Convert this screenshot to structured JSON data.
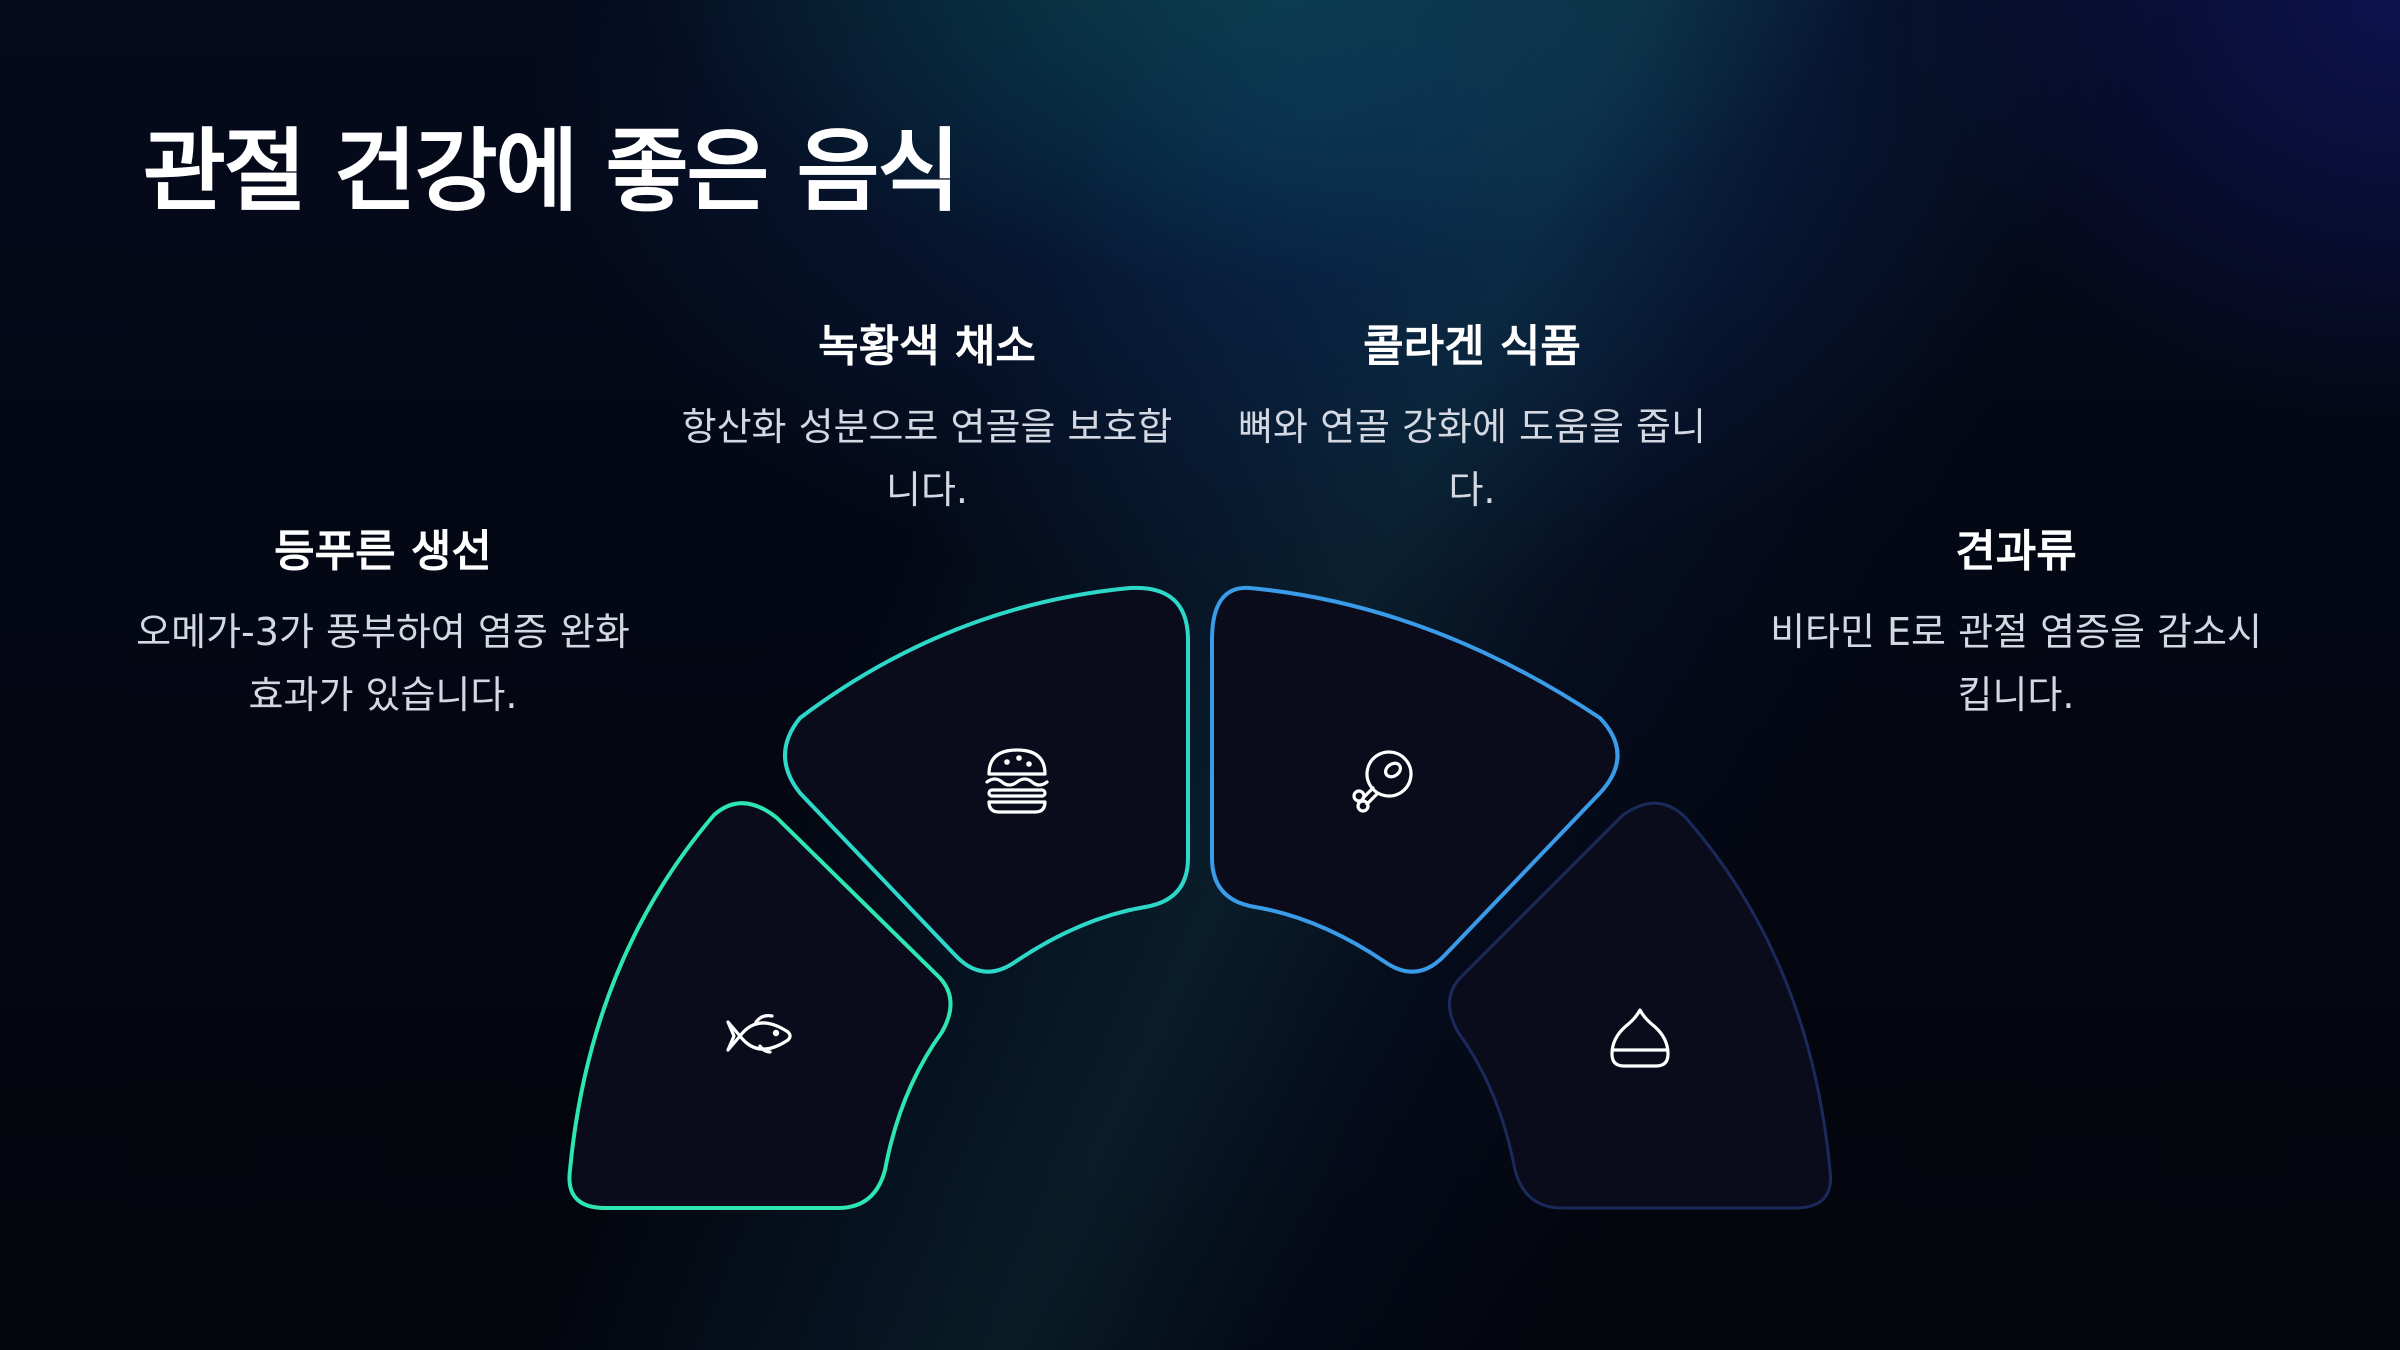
{
  "title": "관절 건강에 좋은 음식",
  "items": [
    {
      "heading": "등푸른 생선",
      "description": "오메가-3가 풍부하여 염증 완화 효과가 있습니다.",
      "icon": "fish-icon",
      "color": "#2ee6b0"
    },
    {
      "heading": "녹황색 채소",
      "description": "항산화 성분으로 연골을 보호합니다.",
      "icon": "burger-icon",
      "color": "#2ed8c8"
    },
    {
      "heading": "콜라겐 식품",
      "description": "뼈와 연골 강화에 도움을 줍니다.",
      "icon": "meat-drumstick-icon",
      "color": "#3a9be8"
    },
    {
      "heading": "견과류",
      "description": "비타민 E로 관절 염증을 감소시킵니다.",
      "icon": "chestnut-icon",
      "color": "#1a2a5a"
    }
  ]
}
